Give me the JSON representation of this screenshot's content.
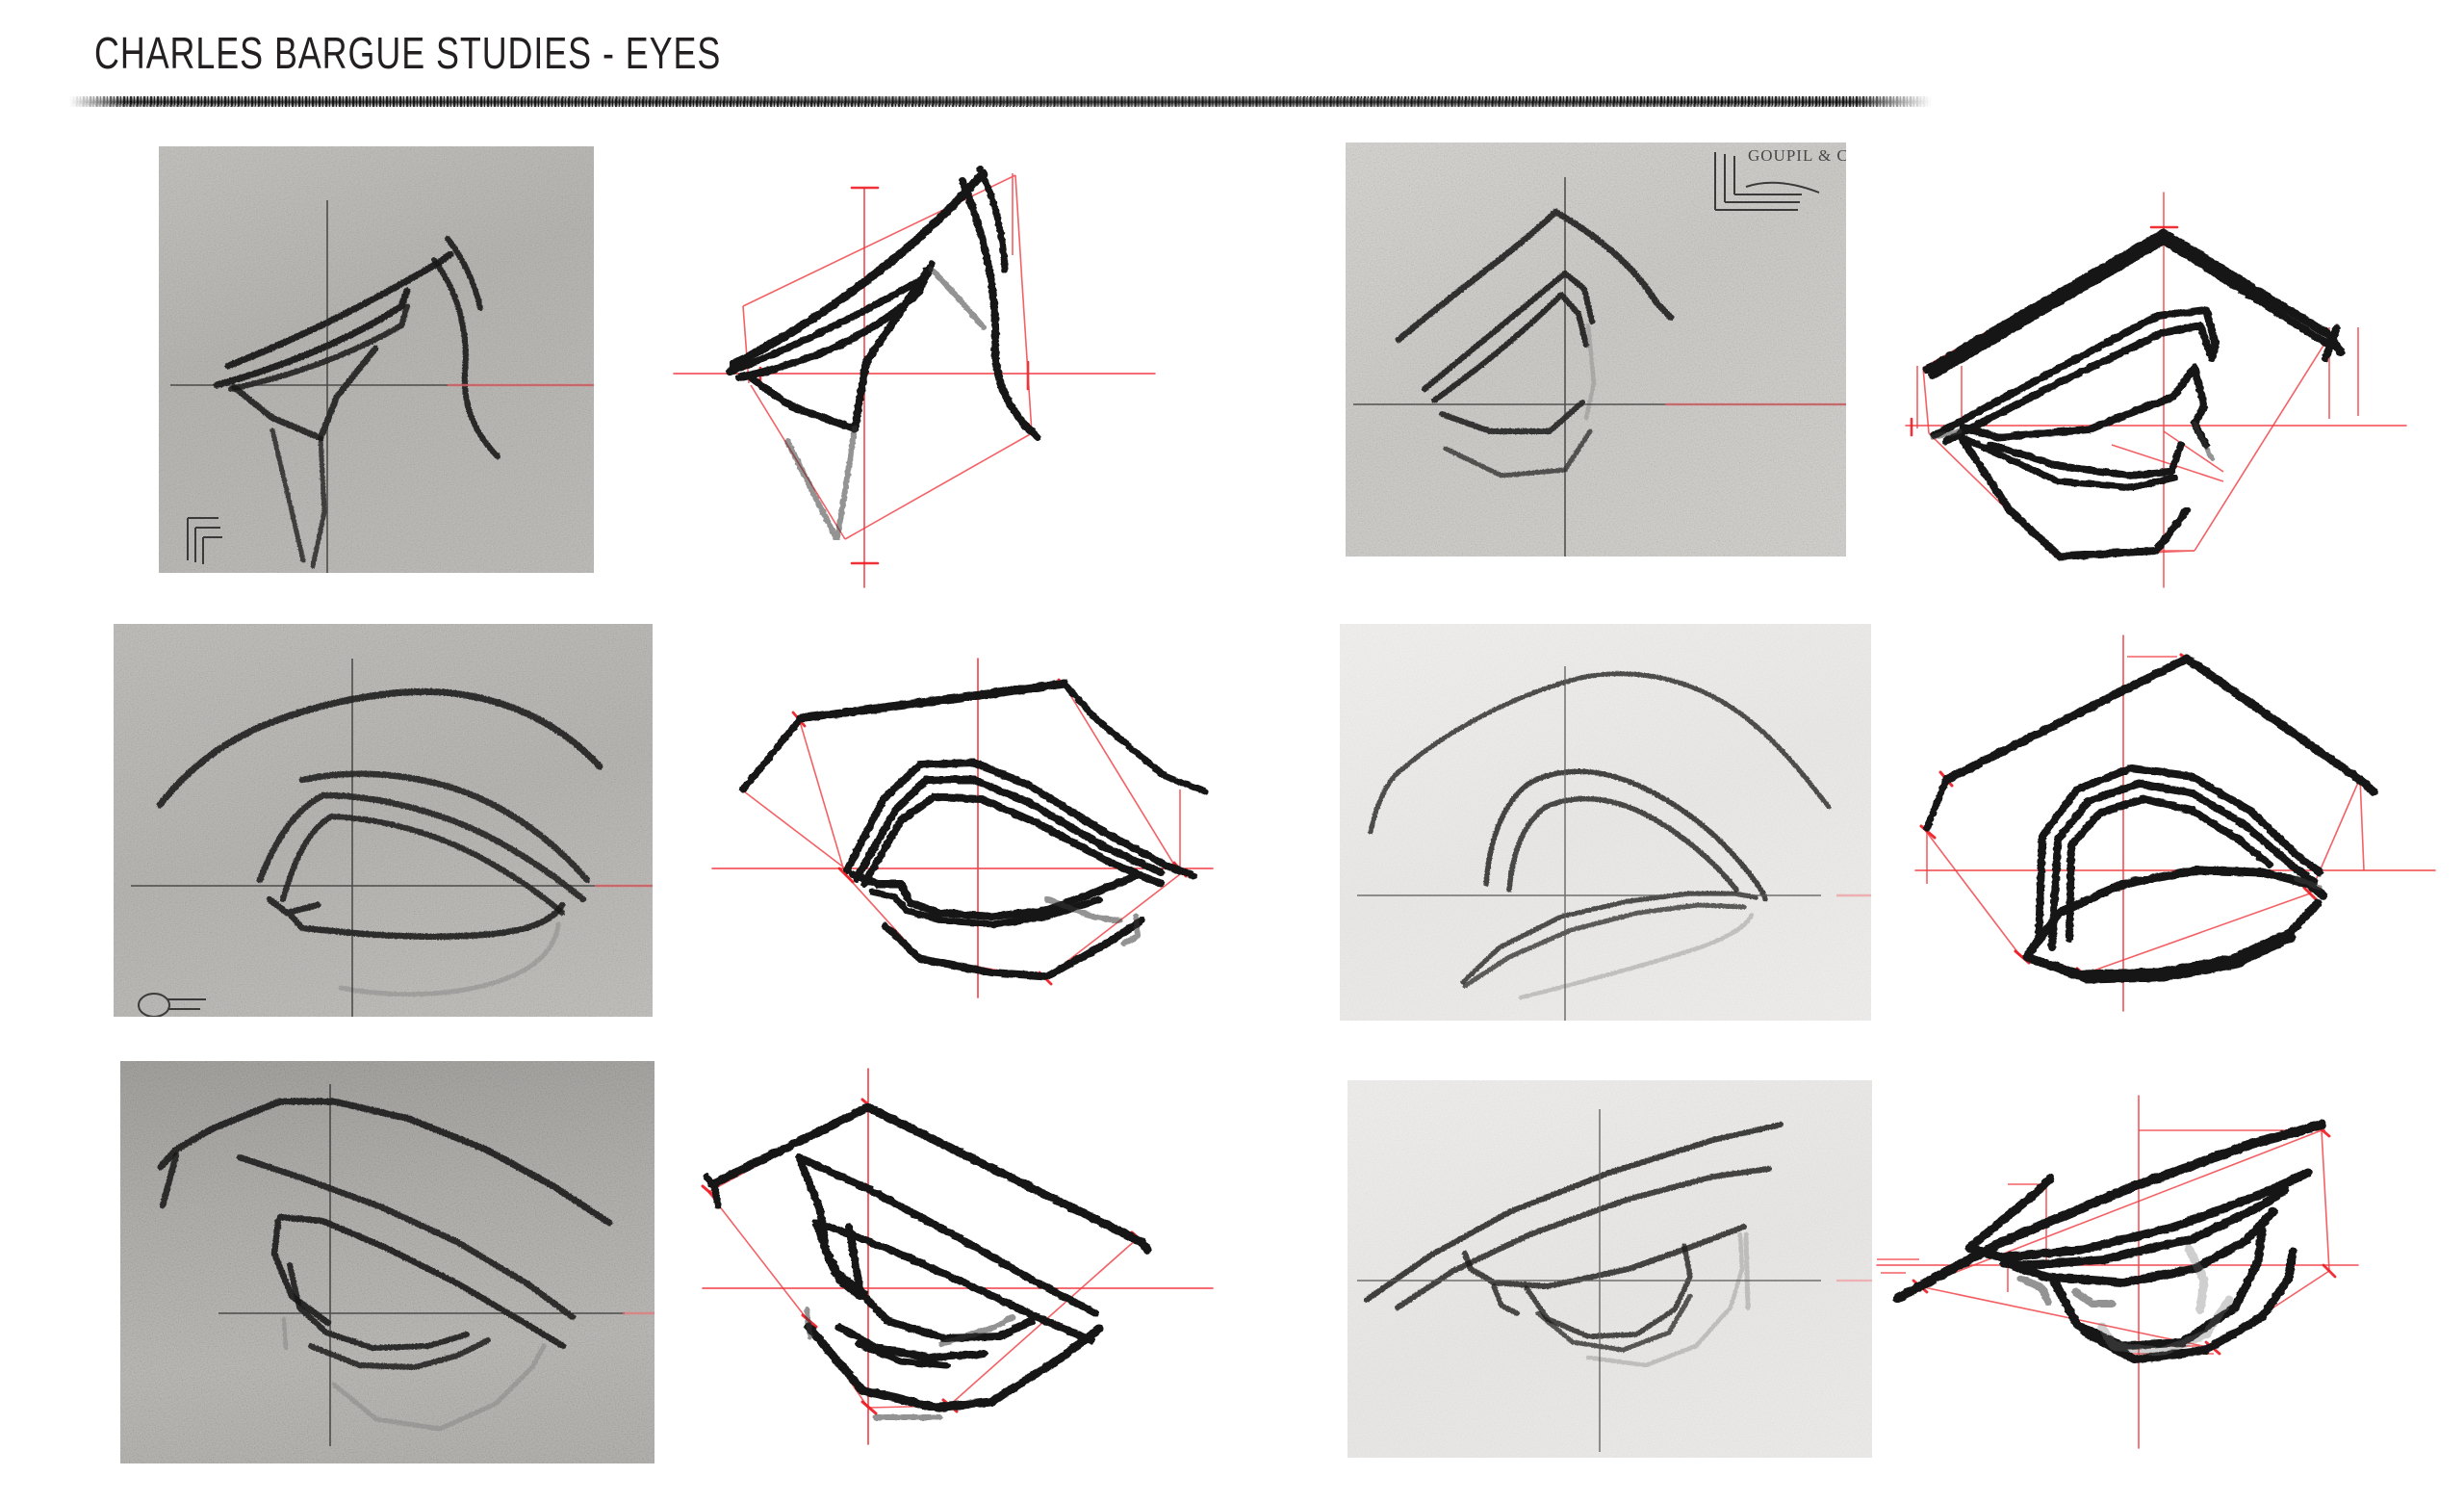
{
  "header": {
    "title": "CHARLES BARGUE STUDIES - EYES",
    "rule": "horizontal-charcoal-rule"
  },
  "palette": {
    "ink": "#141414",
    "red_construction": "#ef1b22",
    "paper_white": "#ffffff",
    "title_ink": "#231f20",
    "plumb_line": "#5a5a5a"
  },
  "plate_marks": {
    "goupil_label": "GOUPIL & C"
  },
  "grid": {
    "columns": 4,
    "rows": 3,
    "column_roles": [
      "reference-photo",
      "line-study",
      "reference-photo",
      "line-study"
    ]
  },
  "cells": [
    {
      "id": "r1c1",
      "type": "reference-photo",
      "row": 1,
      "col": 1,
      "name": "eye-study-1-reference",
      "tone": "mid-gray-grain",
      "has_plumb_lines": true,
      "has_red_horizon": true,
      "corner_ornament": true,
      "plate_text": null
    },
    {
      "id": "r1c2",
      "type": "line-study",
      "row": 1,
      "col": 2,
      "name": "eye-study-1-construction",
      "has_red_construction": true,
      "has_plumb_lines": true
    },
    {
      "id": "r1c3",
      "type": "reference-photo",
      "row": 1,
      "col": 3,
      "name": "eye-study-2-reference",
      "tone": "light-gray-grain",
      "has_plumb_lines": true,
      "has_red_horizon": true,
      "corner_ornament": true,
      "plate_text": "GOUPIL & C"
    },
    {
      "id": "r1c4",
      "type": "line-study",
      "row": 1,
      "col": 4,
      "name": "eye-study-2-construction",
      "has_red_construction": true,
      "has_plumb_lines": true
    },
    {
      "id": "r2c1",
      "type": "reference-photo",
      "row": 2,
      "col": 1,
      "name": "eye-study-3-reference",
      "tone": "mid-gray-grain",
      "has_plumb_lines": true,
      "has_red_horizon": true,
      "corner_ornament": true,
      "plate_text": null
    },
    {
      "id": "r2c2",
      "type": "line-study",
      "row": 2,
      "col": 2,
      "name": "eye-study-3-construction",
      "has_red_construction": true,
      "has_plumb_lines": true
    },
    {
      "id": "r2c3",
      "type": "reference-photo",
      "row": 2,
      "col": 3,
      "name": "eye-study-4-reference",
      "tone": "very-light-grain",
      "has_plumb_lines": true,
      "has_red_horizon": true,
      "corner_ornament": false,
      "plate_text": null
    },
    {
      "id": "r2c4",
      "type": "line-study",
      "row": 2,
      "col": 4,
      "name": "eye-study-4-construction",
      "has_red_construction": true,
      "has_plumb_lines": true
    },
    {
      "id": "r3c1",
      "type": "reference-photo",
      "row": 3,
      "col": 1,
      "name": "eye-study-5-reference",
      "tone": "dark-gray-grain",
      "has_plumb_lines": true,
      "has_red_horizon": true,
      "corner_ornament": false,
      "plate_text": null
    },
    {
      "id": "r3c2",
      "type": "line-study",
      "row": 3,
      "col": 2,
      "name": "eye-study-5-construction",
      "has_red_construction": true,
      "has_plumb_lines": true
    },
    {
      "id": "r3c3",
      "type": "reference-photo",
      "row": 3,
      "col": 3,
      "name": "eye-study-6-reference",
      "tone": "very-light-grain",
      "has_plumb_lines": true,
      "has_red_horizon": true,
      "corner_ornament": false,
      "plate_text": null
    },
    {
      "id": "r3c4",
      "type": "line-study",
      "row": 3,
      "col": 4,
      "name": "eye-study-6-construction",
      "has_red_construction": true,
      "has_plumb_lines": true
    }
  ]
}
